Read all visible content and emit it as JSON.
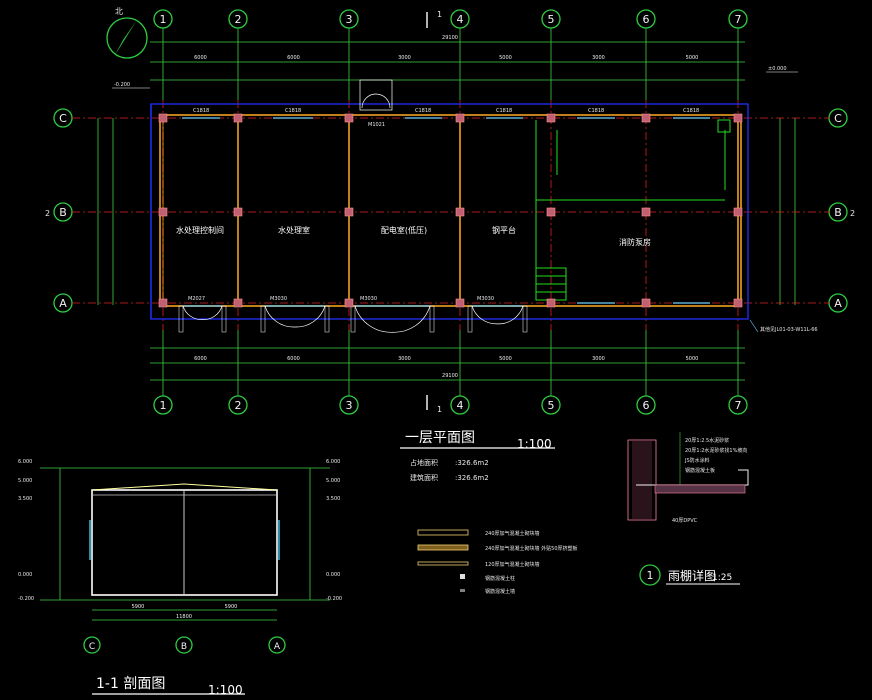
{
  "plan": {
    "title": "一层平面图",
    "scale": "1:100",
    "area_lines": [
      {
        "label": "占地面积",
        "value": ":326.6m2"
      },
      {
        "label": "建筑面积",
        "value": ":326.6m2"
      }
    ],
    "grid_x_labels": [
      "1",
      "2",
      "3",
      "4",
      "5",
      "6",
      "7"
    ],
    "grid_y_labels": [
      "C",
      "B",
      "A"
    ],
    "section_marks": [
      "1",
      "1",
      "2",
      "2"
    ],
    "north_label": "北",
    "total_dim": "29100",
    "bay_dims": [
      "6000",
      "6000",
      "3000",
      "5000",
      "3000",
      "5000",
      "3000"
    ],
    "rooms": [
      "水处理控制间",
      "水处理室",
      "配电室(低压)",
      "钢平台",
      "消防泵房"
    ],
    "door_codes": [
      "M2027",
      "M3030",
      "M3030",
      "M3030"
    ],
    "top_door_code": "M1021",
    "window_codes": [
      "C1818",
      "C1818",
      "C1818",
      "C1818",
      "C1818",
      "C1818"
    ],
    "note": "其他见JL01-03-W11L-66",
    "elev_left": "-0.200",
    "elev_right": "±0.000"
  },
  "section": {
    "title": "1-1  剖面图",
    "scale": "1:100",
    "grid_labels": [
      "C",
      "B",
      "A"
    ],
    "dims": [
      "5900",
      "5900"
    ],
    "total_dim": "11800",
    "elevations_left": [
      "6.000",
      "5.000",
      "3.500",
      "0.000",
      "-0.200"
    ],
    "elevations_right": [
      "6.000",
      "5.000",
      "3.500",
      "0.000",
      "-0.200"
    ]
  },
  "canopy_detail": {
    "number": "1",
    "title": "雨棚详图",
    "scale": "1:25",
    "notes": [
      "20厚1:2.5水泥砂浆",
      "20厚1:2水泥砂浆找1%坡向",
      "JS防水涂料",
      "钢筋混凝土板",
      "40厚DPVC"
    ]
  },
  "legend": [
    "240厚加气混凝土砌块墙",
    "240厚加气混凝土砌块墙  外贴50厚挤塑板",
    "120厚加气混凝土砌块墙",
    "钢筋混凝土柱",
    "钢筋混凝土墙"
  ],
  "colors": {
    "grid": "#2ecc40",
    "wall": "#f0a020",
    "axis": "#e02020",
    "outline": "#2030ff",
    "window": "#6fd0ff"
  }
}
